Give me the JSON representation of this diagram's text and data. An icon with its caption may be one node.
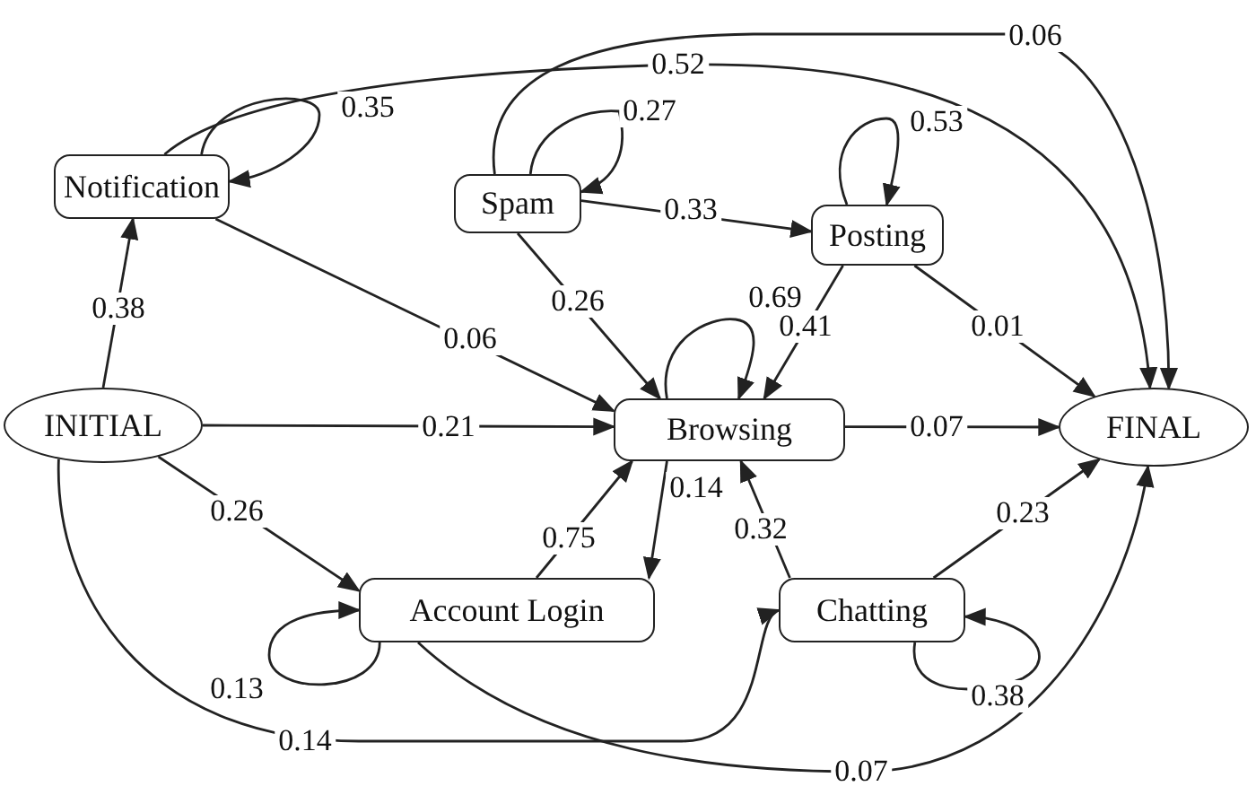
{
  "diagram": {
    "nodes": [
      {
        "text": [
          "Notification"
        ]
      },
      {
        "text": [
          "Spam"
        ]
      },
      {
        "text": [
          "Posting"
        ]
      },
      {
        "text": [
          "INITIAL"
        ]
      },
      {
        "text": [
          "Browsing"
        ]
      },
      {
        "text": [
          "FINAL"
        ]
      },
      {
        "text": [
          "Account Login"
        ]
      },
      {
        "text": [
          "Chatting"
        ]
      }
    ],
    "edges": [
      {
        "from": 3,
        "to": 0,
        "arrow": "to",
        "label": "0.38"
      },
      {
        "from": 0,
        "to": 0,
        "arrow": "to",
        "label": "0.35"
      },
      {
        "from": 0,
        "to": 5,
        "arrow": "to",
        "label": "0.52"
      },
      {
        "from": 0,
        "to": 4,
        "arrow": "to",
        "label": "0.06"
      },
      {
        "from": 1,
        "to": 5,
        "arrow": "to",
        "label": "0.06"
      },
      {
        "from": 1,
        "to": 1,
        "arrow": "to",
        "label": "0.27"
      },
      {
        "from": 1,
        "to": 2,
        "arrow": "to",
        "label": "0.33"
      },
      {
        "from": 1,
        "to": 4,
        "arrow": "to",
        "label": "0.26"
      },
      {
        "from": 2,
        "to": 2,
        "arrow": "to",
        "label": "0.53"
      },
      {
        "from": 2,
        "to": 4,
        "arrow": "to",
        "label": "0.41"
      },
      {
        "from": 2,
        "to": 5,
        "arrow": "to",
        "label": "0.01"
      },
      {
        "from": 4,
        "to": 4,
        "arrow": "to",
        "label": "0.69"
      },
      {
        "from": 3,
        "to": 4,
        "arrow": "to",
        "label": "0.21"
      },
      {
        "from": 4,
        "to": 5,
        "arrow": "to",
        "label": "0.07"
      },
      {
        "from": 3,
        "to": 6,
        "arrow": "to",
        "label": "0.26"
      },
      {
        "from": 6,
        "to": 4,
        "arrow": "to",
        "label": "0.75"
      },
      {
        "from": 4,
        "to": 6,
        "arrow": "to",
        "label": "0.14"
      },
      {
        "from": 6,
        "to": 6,
        "arrow": "to",
        "label": "0.13"
      },
      {
        "from": 7,
        "to": 4,
        "arrow": "to",
        "label": "0.32"
      },
      {
        "from": 7,
        "to": 5,
        "arrow": "to",
        "label": "0.23"
      },
      {
        "from": 7,
        "to": 7,
        "arrow": "to",
        "label": "0.38"
      },
      {
        "from": 3,
        "to": 7,
        "arrow": "to",
        "label": "0.14"
      },
      {
        "from": 6,
        "to": 5,
        "arrow": "to",
        "label": "0.07"
      }
    ]
  }
}
